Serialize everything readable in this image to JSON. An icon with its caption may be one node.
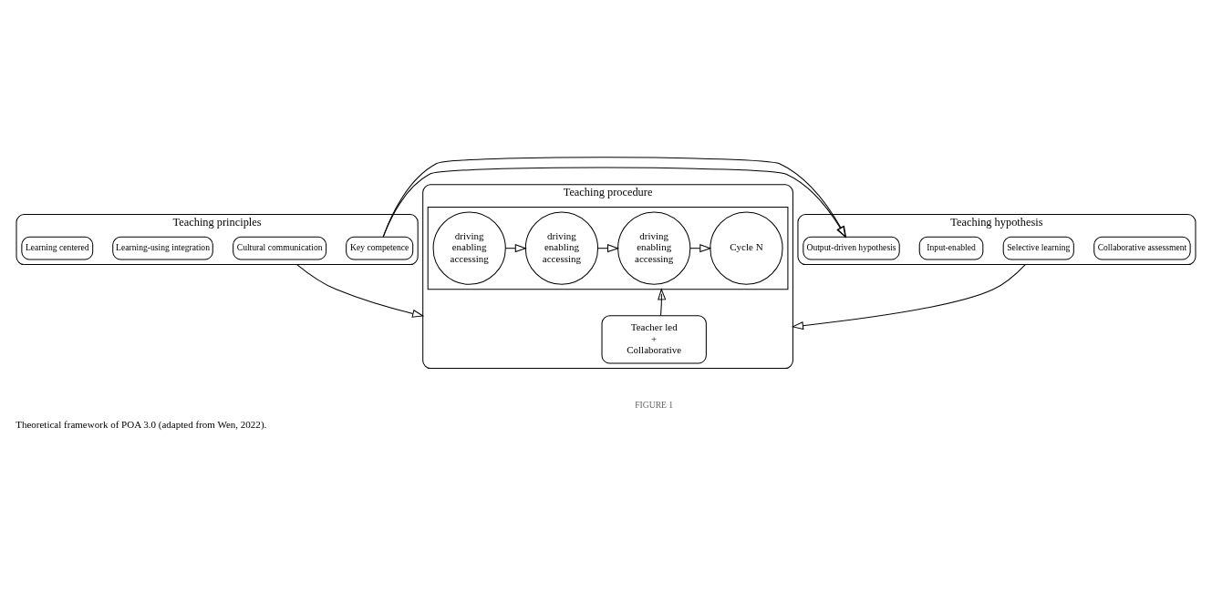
{
  "diagram": {
    "caption": "Theoretical framework of POA 3.0 (adapted from Wen, 2022).",
    "nodes": [
      {
        "text": [
          "Teaching principles"
        ]
      },
      {
        "text": [
          "Learning centered"
        ],
        "in": 0
      },
      {
        "text": [
          "Learning-using integration"
        ],
        "in": 0
      },
      {
        "text": [
          "Cultural communication"
        ],
        "in": 0
      },
      {
        "text": [
          "Key competence"
        ],
        "in": 0
      },
      {
        "text": [
          "Teaching hypothesis"
        ]
      },
      {
        "text": [
          "Output-driven hypothesis"
        ],
        "in": 5
      },
      {
        "text": [
          "Input-enabled"
        ],
        "in": 5
      },
      {
        "text": [
          "Selective learning"
        ],
        "in": 5
      },
      {
        "text": [
          "Collaborative assessment"
        ],
        "in": 5
      },
      {
        "text": [
          "Teaching procedure"
        ]
      },
      {
        "text": [],
        "shape": "box",
        "in": 10
      },
      {
        "text": [
          "driving",
          "enabling",
          "accessing"
        ],
        "in": 11
      },
      {
        "text": [
          "driving",
          "enabling",
          "accessing"
        ],
        "in": 11
      },
      {
        "text": [
          "driving",
          "enabling",
          "accessing"
        ],
        "in": 11
      },
      {
        "text": [
          "Cycle N"
        ],
        "in": 11
      },
      {
        "text": [
          "Teacher led",
          "+",
          "Collaborative"
        ],
        "in": 10
      }
    ],
    "edges": [
      {
        "from": 0,
        "to": 5,
        "arrow": "to"
      },
      {
        "from": 0,
        "to": 10,
        "arrow": "to"
      },
      {
        "from": 5,
        "to": 10,
        "arrow": "to"
      },
      {
        "from": 12,
        "to": 13,
        "arrow": "to"
      },
      {
        "from": 13,
        "to": 14,
        "arrow": "to"
      },
      {
        "from": 14,
        "to": 15,
        "arrow": "to"
      },
      {
        "from": 16,
        "to": 11,
        "arrow": "to"
      }
    ],
    "labels": [
      "FIGURE 1"
    ]
  }
}
